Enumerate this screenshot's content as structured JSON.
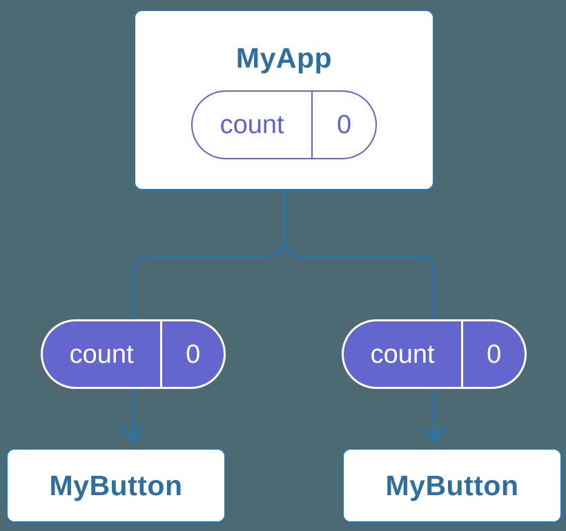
{
  "diagram": {
    "description": "Component tree diagram: parent component holding state passed down to two child buttons",
    "colors": {
      "background": "#4d6971",
      "connector_blue": "#2e73a4",
      "node_text_blue": "#2e6f9e",
      "pill_purple_fill": "#6366cd",
      "pill_purple_outline": "#6064cb",
      "white": "#ffffff"
    }
  },
  "root_node": {
    "title": "MyApp",
    "state": {
      "label": "count",
      "value": "0"
    }
  },
  "child_pills": [
    {
      "label": "count",
      "value": "0"
    },
    {
      "label": "count",
      "value": "0"
    }
  ],
  "child_nodes": [
    {
      "title": "MyButton"
    },
    {
      "title": "MyButton"
    }
  ]
}
